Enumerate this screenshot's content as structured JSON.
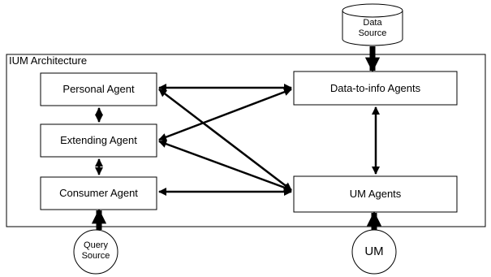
{
  "frame": {
    "title": "IUM Architecture"
  },
  "boxes": {
    "personal": "Personal Agent",
    "extending": "Extending Agent",
    "consumer": "Consumer Agent",
    "data_to_info": "Data-to-info Agents",
    "um_agents": "UM Agents"
  },
  "data_source": {
    "line1": "Data",
    "line2": "Source"
  },
  "query_source": {
    "line1": "Query",
    "line2": "Source"
  },
  "um": "UM"
}
